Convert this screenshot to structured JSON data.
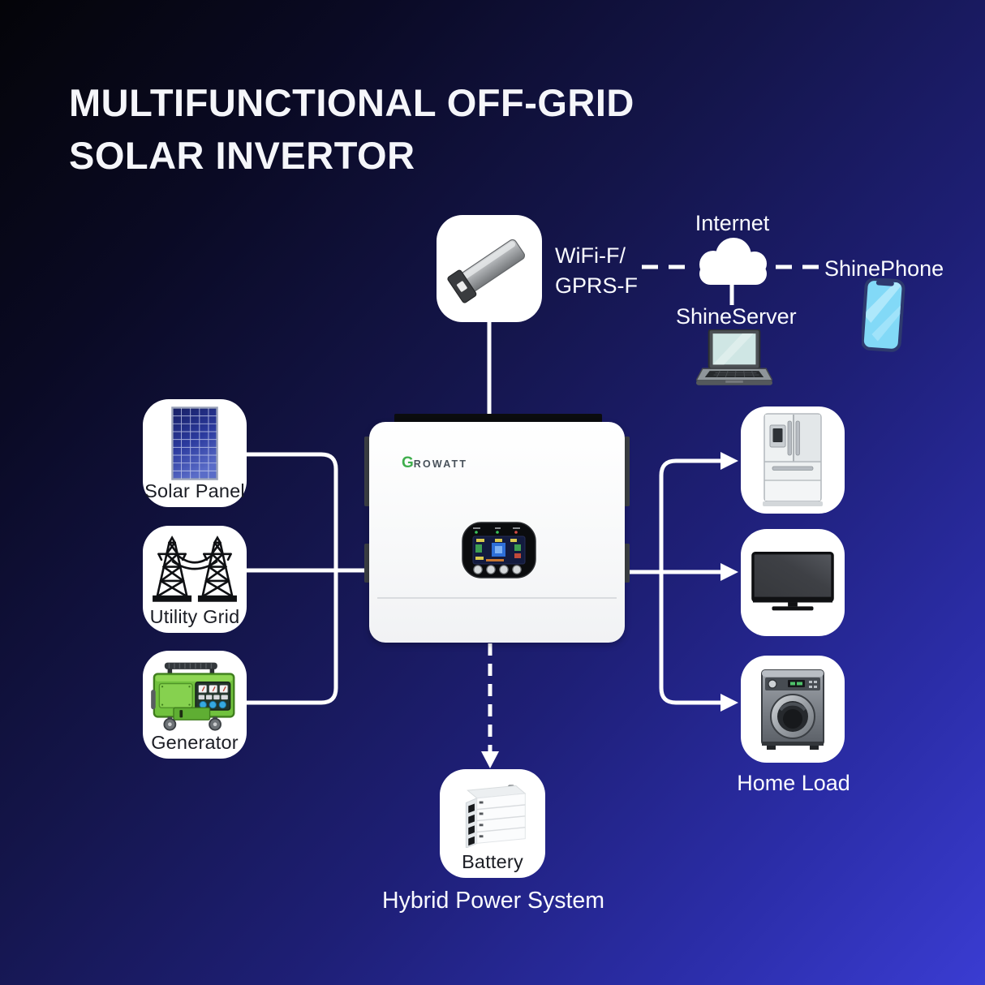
{
  "title": {
    "line1": "MULTIFUNCTIONAL OFF-GRID",
    "line2": "SOLAR INVERTOR"
  },
  "monitoring": {
    "wifi_line1": "WiFi-F/",
    "wifi_line2": "GPRS-F",
    "internet": "Internet",
    "shine_server": "ShineServer",
    "shine_phone": "ShinePhone"
  },
  "inverter": {
    "brand_initial": "G",
    "brand_rest": "ROWATT"
  },
  "sources": {
    "solar_panel": "Solar Panel",
    "utility_grid": "Utility Grid",
    "generator": "Generator"
  },
  "loads": {
    "home_load": "Home Load"
  },
  "storage": {
    "battery": "Battery"
  },
  "caption": {
    "system": "Hybrid Power System"
  },
  "colors": {
    "background_start": "#040408",
    "background_end": "#3a3cd2",
    "card": "#ffffff",
    "connector": "#ffffff",
    "brand_green": "#3fae4d",
    "label_dark": "#1b1d24"
  }
}
